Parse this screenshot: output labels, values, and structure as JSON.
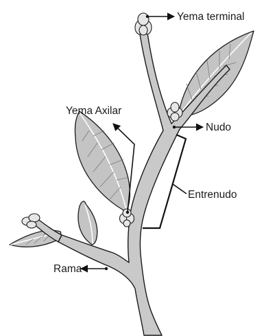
{
  "labels": {
    "terminal_bud": "Yema terminal",
    "axillary_bud": "Yema Axilar",
    "node": "Nudo",
    "internode": "Entrenudo",
    "branch": "Rama"
  }
}
